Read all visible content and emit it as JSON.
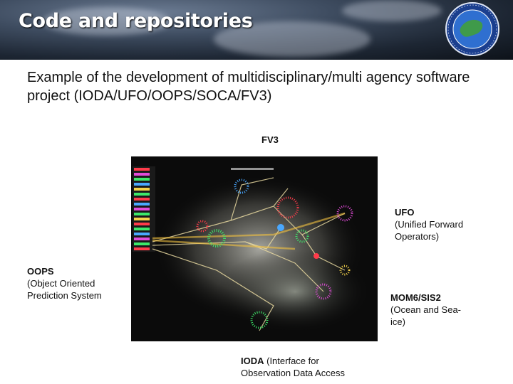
{
  "slide": {
    "title": "Code and repositories",
    "intro": "Example of the development of multidisciplinary/multi agency software project (IODA/UFO/OOPS/SOCA/FV3)"
  },
  "labels": {
    "fv3": "FV3",
    "ufo_name": "UFO",
    "ufo_desc": "(Unified Forward Operators)",
    "oops_name": "OOPS",
    "oops_desc": "(Object Oriented Prediction System",
    "mom_name": "MOM6/SIS2",
    "mom_desc": "(Ocean and Sea-ice)",
    "ioda_name": "IODA",
    "ioda_desc": " (Interface for Observation Data Access"
  },
  "visualization": {
    "description_icon": "repository-graph-image",
    "colors": {
      "background": "#0b0b0b",
      "node_green": "#3de86a",
      "node_red": "#ff3b4a",
      "node_blue": "#4aa8ff",
      "node_magenta": "#e24bd9",
      "node_yellow": "#f5d34a",
      "edge": "#e8d9a0"
    }
  }
}
